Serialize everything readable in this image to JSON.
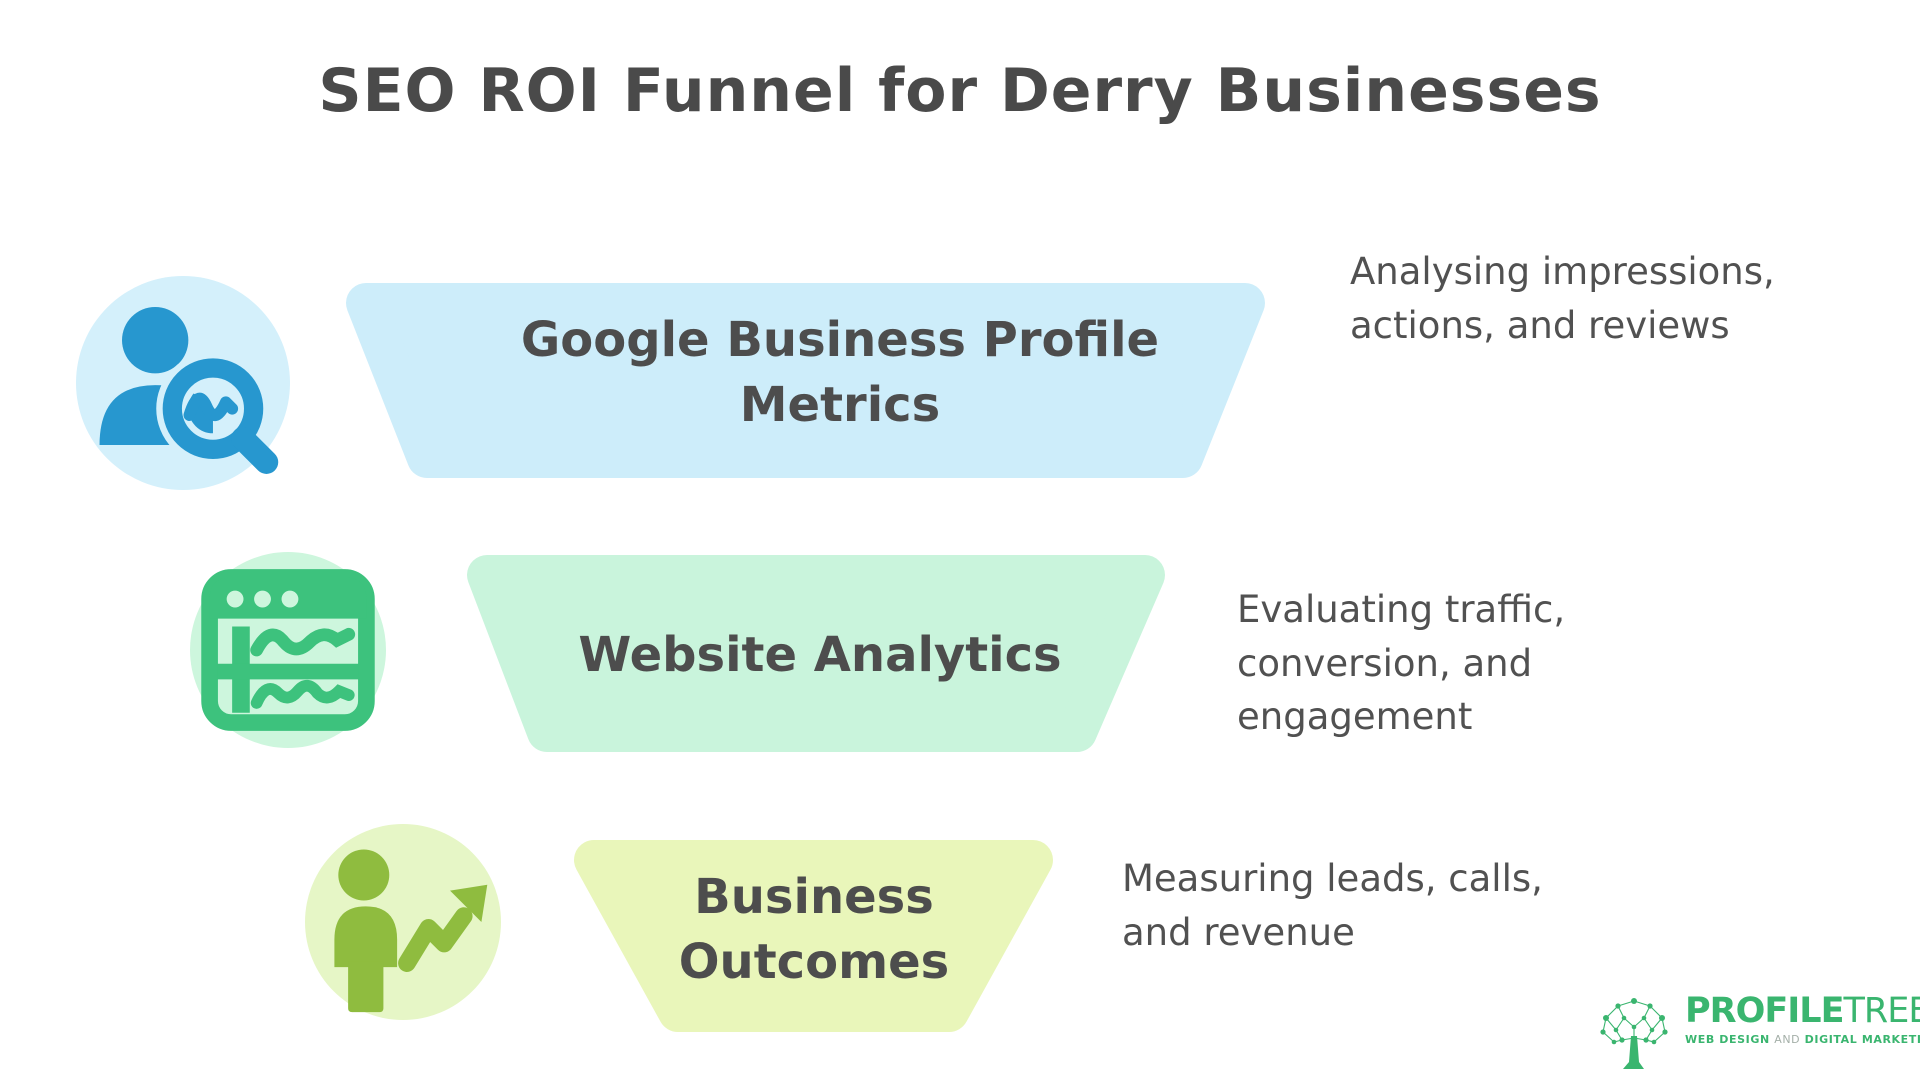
{
  "title": "SEO ROI Funnel for Derry Businesses",
  "colors": {
    "title": "#4a4a4a",
    "stage_label": "#4d4d4d",
    "description": "#515151",
    "tagline_and": "#a4afa8",
    "background": "#ffffff"
  },
  "funnel": {
    "stages": [
      {
        "label": "Google Business Profile Metrics",
        "description": "Analysing impressions, actions, and reviews",
        "fill": "#cdedfa",
        "icon": "person-search-analytics-icon",
        "icon_color": "#2797cf",
        "icon_bg": "#d4f0fb"
      },
      {
        "label": "Website Analytics",
        "description": "Evaluating traffic, conversion, and engagement",
        "fill": "#c9f4dc",
        "icon": "website-analytics-icon",
        "icon_color": "#3dc27d",
        "icon_bg": "#cdf6dd"
      },
      {
        "label": "Business Outcomes",
        "description": "Measuring leads, calls, and revenue",
        "fill": "#e9f6ba",
        "icon": "person-growth-icon",
        "icon_color": "#8fbc3f",
        "icon_bg": "#e6f6c6"
      }
    ]
  },
  "logo": {
    "name_part1": "PROFILE",
    "name_part2": "TREE",
    "tagline_part1": "WEB DESIGN",
    "tagline_part2": "AND",
    "tagline_part3": "DIGITAL MARKETING",
    "color": "#3ab56f"
  }
}
